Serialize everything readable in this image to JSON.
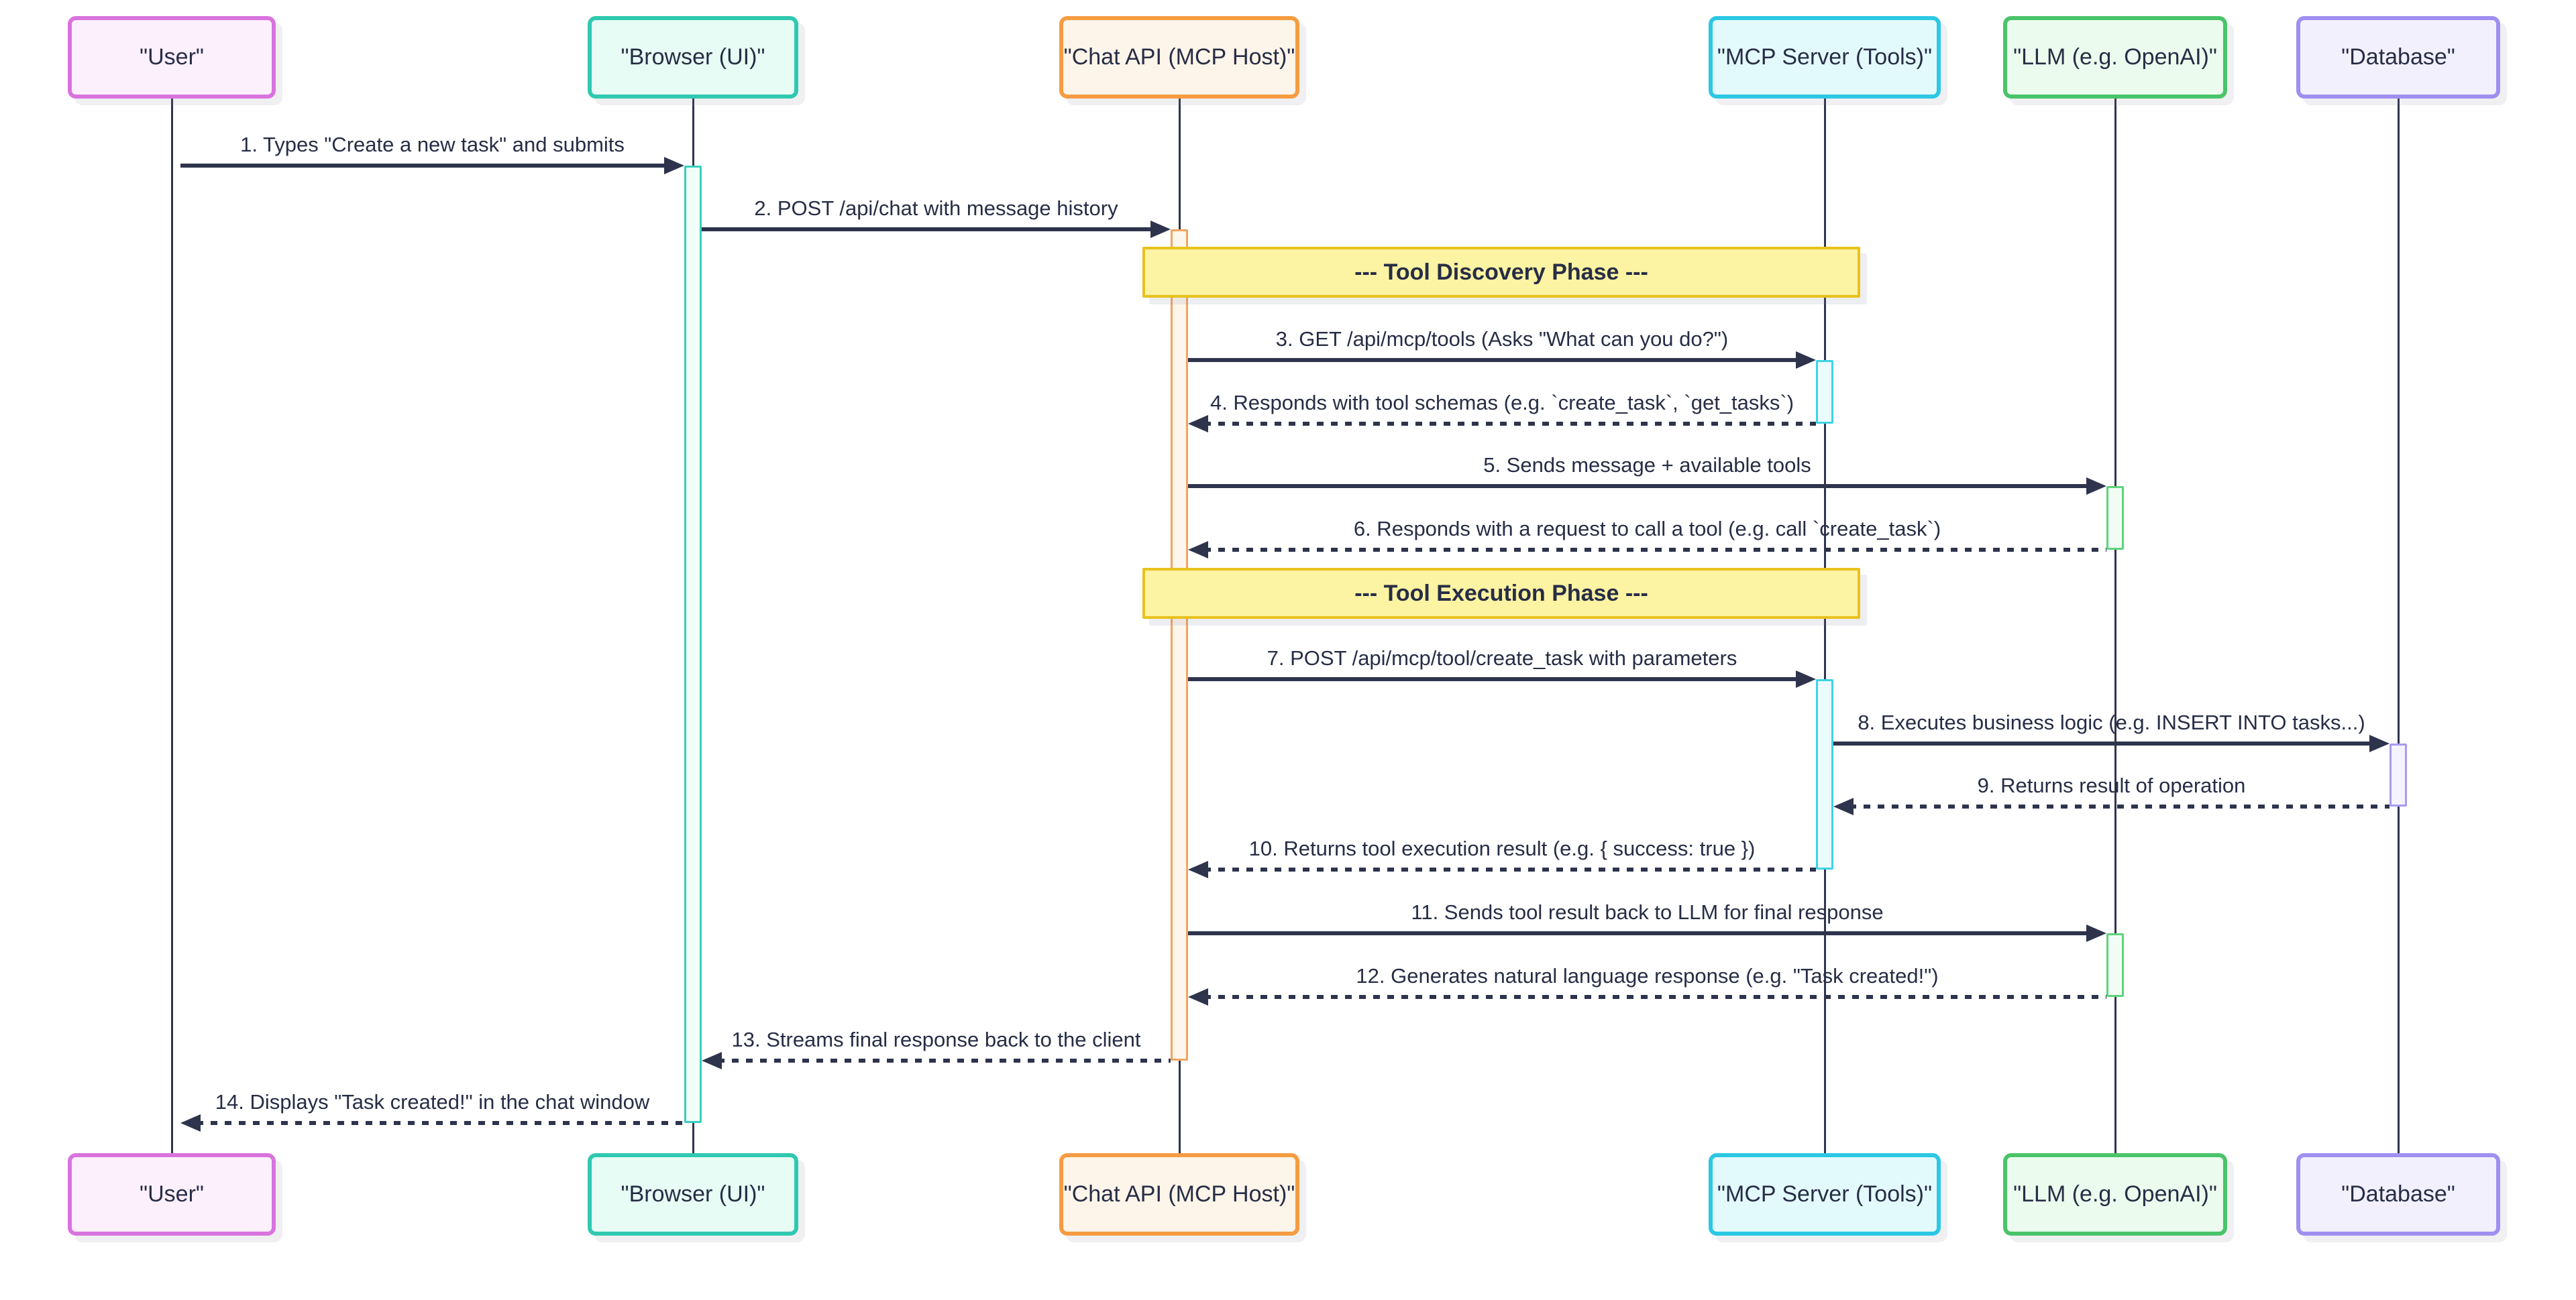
{
  "diagram": {
    "kind": "sequence-diagram",
    "participants": [
      {
        "id": "user",
        "label": "\"User\"",
        "fill": "#fdf0fd",
        "border": "#d973de",
        "bar_fill": "#fbeffb",
        "bar_border": "#d973de"
      },
      {
        "id": "browser",
        "label": "\"Browser (UI)\"",
        "fill": "#e7fcf4",
        "border": "#2fc9b0",
        "bar_fill": "#f0fdf9",
        "bar_border": "#38cfbb"
      },
      {
        "id": "chatapi",
        "label": "\"Chat API (MCP Host)\"",
        "fill": "#fdf5e9",
        "border": "#f59c42",
        "bar_fill": "#fdf6ec",
        "bar_border": "#f2a45c"
      },
      {
        "id": "mcp",
        "label": "\"MCP Server (Tools)\"",
        "fill": "#e3fafd",
        "border": "#2bc8e4",
        "bar_fill": "#eafcfe",
        "bar_border": "#3fd2e6"
      },
      {
        "id": "llm",
        "label": "\"LLM (e.g. OpenAI)\"",
        "fill": "#ebfbee",
        "border": "#4ac46a",
        "bar_fill": "#f1fdf4",
        "bar_border": "#5cd47c"
      },
      {
        "id": "db",
        "label": "\"Database\"",
        "fill": "#f3f0fd",
        "border": "#a08ff0",
        "bar_fill": "#f5f3fd",
        "bar_border": "#a89bf0"
      }
    ],
    "messages": [
      {
        "n": 1,
        "label": "1. Types \"Create a new task\" and submits",
        "from": "user",
        "to": "browser",
        "style": "solid"
      },
      {
        "n": 2,
        "label": "2. POST /api/chat with message history",
        "from": "browser",
        "to": "chatapi",
        "style": "solid"
      },
      {
        "n": 3,
        "label": "3. GET /api/mcp/tools (Asks \"What can you do?\")",
        "from": "chatapi",
        "to": "mcp",
        "style": "solid"
      },
      {
        "n": 4,
        "label": "4. Responds with tool schemas (e.g. `create_task`, `get_tasks`)",
        "from": "mcp",
        "to": "chatapi",
        "style": "dotted"
      },
      {
        "n": 5,
        "label": "5. Sends message + available tools",
        "from": "chatapi",
        "to": "llm",
        "style": "solid"
      },
      {
        "n": 6,
        "label": "6. Responds with a request to call a tool (e.g. call `create_task`)",
        "from": "llm",
        "to": "chatapi",
        "style": "dotted"
      },
      {
        "n": 7,
        "label": "7. POST /api/mcp/tool/create_task with parameters",
        "from": "chatapi",
        "to": "mcp",
        "style": "solid"
      },
      {
        "n": 8,
        "label": "8. Executes business logic (e.g. INSERT INTO tasks...)",
        "from": "mcp",
        "to": "db",
        "style": "solid"
      },
      {
        "n": 9,
        "label": "9. Returns result of operation",
        "from": "db",
        "to": "mcp",
        "style": "dotted"
      },
      {
        "n": 10,
        "label": "10. Returns tool execution result (e.g. { success: true })",
        "from": "mcp",
        "to": "chatapi",
        "style": "dotted"
      },
      {
        "n": 11,
        "label": "11. Sends tool result back to LLM for final response",
        "from": "chatapi",
        "to": "llm",
        "style": "solid"
      },
      {
        "n": 12,
        "label": "12. Generates natural language response (e.g. \"Task created!\")",
        "from": "llm",
        "to": "chatapi",
        "style": "dotted"
      },
      {
        "n": 13,
        "label": "13. Streams final response back to the client",
        "from": "chatapi",
        "to": "browser",
        "style": "dotted"
      },
      {
        "n": 14,
        "label": "14. Displays \"Task created!\" in the chat window",
        "from": "browser",
        "to": "user",
        "style": "dotted"
      }
    ],
    "notes": [
      {
        "label": "--- Tool Discovery Phase ---",
        "over": [
          "chatapi",
          "mcp"
        ]
      },
      {
        "label": "--- Tool Execution Phase ---",
        "over": [
          "chatapi",
          "mcp"
        ]
      }
    ],
    "activations": [
      {
        "participant": "browser",
        "from_msg": 1,
        "to_msg": 14
      },
      {
        "participant": "chatapi",
        "from_msg": 2,
        "to_msg": 13
      },
      {
        "participant": "mcp",
        "from_msg": 3,
        "to_msg": 4
      },
      {
        "participant": "llm",
        "from_msg": 5,
        "to_msg": 6
      },
      {
        "participant": "mcp",
        "from_msg": 7,
        "to_msg": 10
      },
      {
        "participant": "llm",
        "from_msg": 11,
        "to_msg": 12
      },
      {
        "participant": "db",
        "from_msg": 8,
        "to_msg": 9
      }
    ],
    "colors": {
      "line": "#2f344d",
      "text": "#272d45",
      "note_fill": "#fcf3a3",
      "note_border": "#e9c21c"
    }
  }
}
